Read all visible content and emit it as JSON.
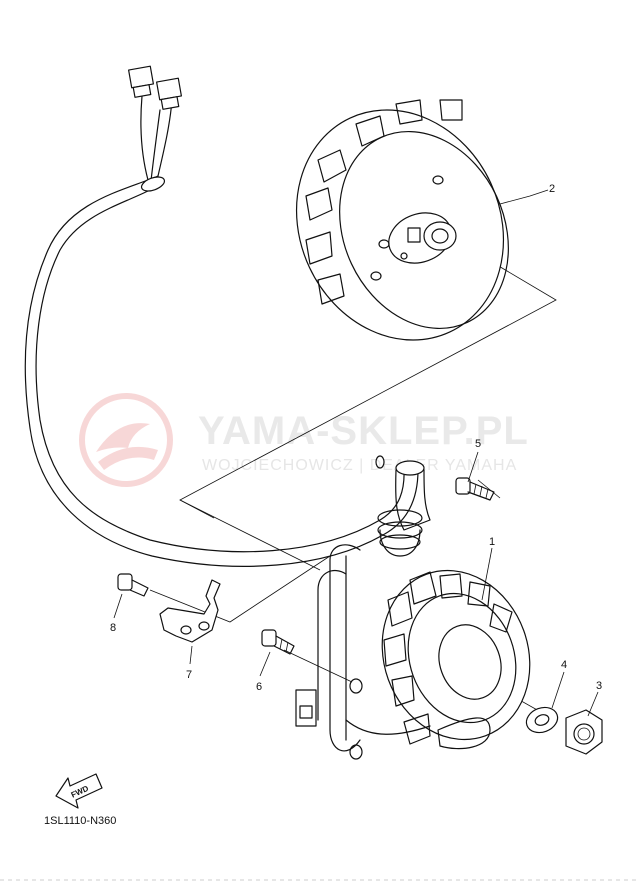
{
  "watermark": {
    "title": "YAMA-SKLEP.PL",
    "subtitle": "WOJCIECHOWICZ | DEALER YAMAHA"
  },
  "parts": [
    {
      "number": "1",
      "part": "stator"
    },
    {
      "number": "2",
      "part": "rotor"
    },
    {
      "number": "3",
      "part": "nut"
    },
    {
      "number": "4",
      "part": "washer"
    },
    {
      "number": "5",
      "part": "bolt"
    },
    {
      "number": "6",
      "part": "bolt"
    },
    {
      "number": "7",
      "part": "clamp"
    },
    {
      "number": "8",
      "part": "bolt"
    }
  ],
  "fwd_label": "FWD",
  "diagram_code": "1SL1110-N360",
  "colors": {
    "line": "#111111",
    "watermark_logo": "#f2b8b8",
    "watermark_text": "#e6e6e6"
  }
}
